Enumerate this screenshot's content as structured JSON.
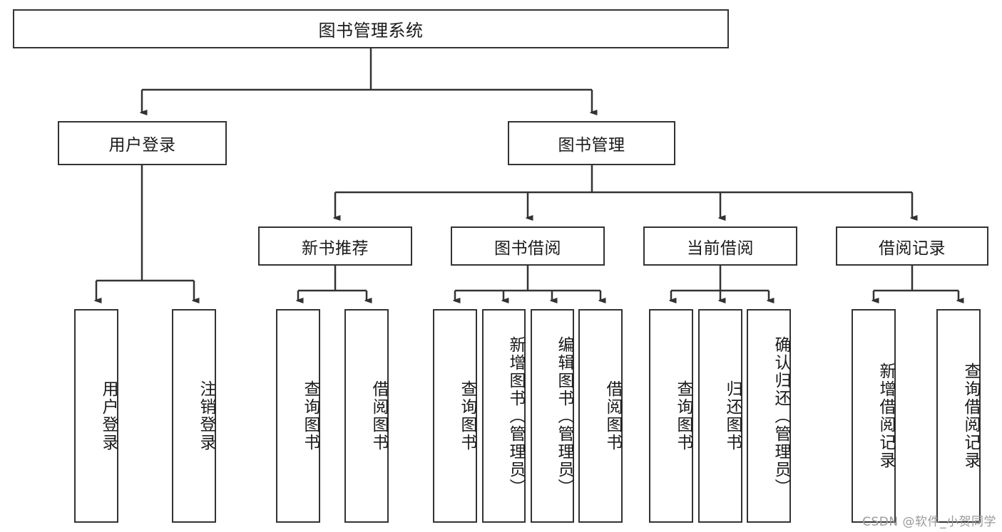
{
  "diagram": {
    "title": "图书管理系统",
    "type": "tree",
    "watermark": "CSDN @软件_小贺同学",
    "colors": {
      "stroke": "#333333",
      "fill": "#ffffff",
      "text": "#1a1a1a",
      "watermark": "#9a9a9a"
    },
    "nodes": {
      "root": {
        "label": "图书管理系统"
      },
      "level1": [
        {
          "label": "用户登录"
        },
        {
          "label": "图书管理"
        }
      ],
      "level2": [
        {
          "label": "新书推荐"
        },
        {
          "label": "图书借阅"
        },
        {
          "label": "当前借阅"
        },
        {
          "label": "借阅记录"
        }
      ],
      "leaves": {
        "user_login": [
          {
            "label": "用户登录"
          },
          {
            "label": "注销登录"
          }
        ],
        "new_book_recommend": [
          {
            "label": "查询图书"
          },
          {
            "label": "借阅图书"
          }
        ],
        "book_borrow": [
          {
            "label": "查询图书"
          },
          {
            "label": "新增图书（管理员）"
          },
          {
            "label": "编辑图书（管理员）"
          },
          {
            "label": "借阅图书"
          }
        ],
        "current_borrow": [
          {
            "label": "查询图书"
          },
          {
            "label": "归还图书"
          },
          {
            "label": "确认归还（管理员）"
          }
        ],
        "borrow_record": [
          {
            "label": "新增借阅记录"
          },
          {
            "label": "查询借阅记录"
          }
        ]
      }
    }
  }
}
